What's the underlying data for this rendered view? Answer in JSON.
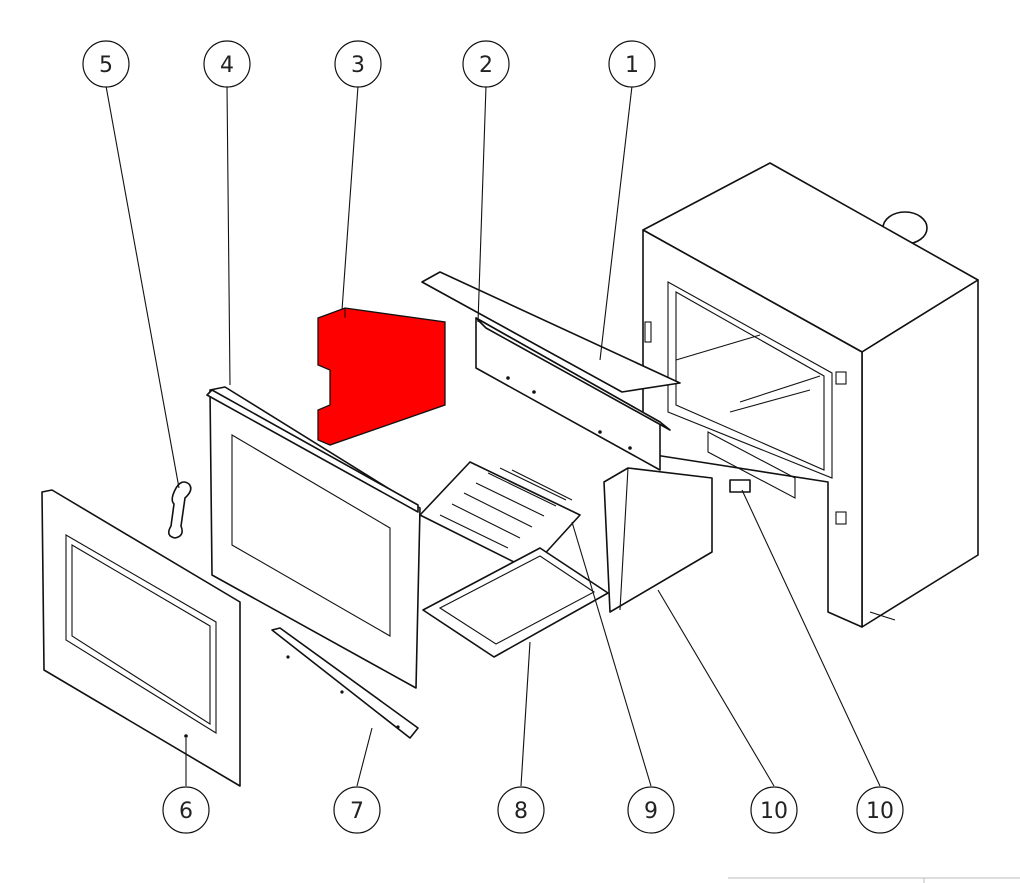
{
  "balloons": [
    {
      "id": "b5",
      "label": "5"
    },
    {
      "id": "b4",
      "label": "4"
    },
    {
      "id": "b3",
      "label": "3"
    },
    {
      "id": "b2",
      "label": "2"
    },
    {
      "id": "b1",
      "label": "1"
    },
    {
      "id": "b6",
      "label": "6"
    },
    {
      "id": "b7",
      "label": "7"
    },
    {
      "id": "b8",
      "label": "8"
    },
    {
      "id": "b9",
      "label": "9"
    },
    {
      "id": "b10a",
      "label": "10"
    },
    {
      "id": "b10b",
      "label": "10"
    }
  ],
  "colors": {
    "highlight": "#ff0000",
    "line": "#111111",
    "background": "#ffffff"
  }
}
